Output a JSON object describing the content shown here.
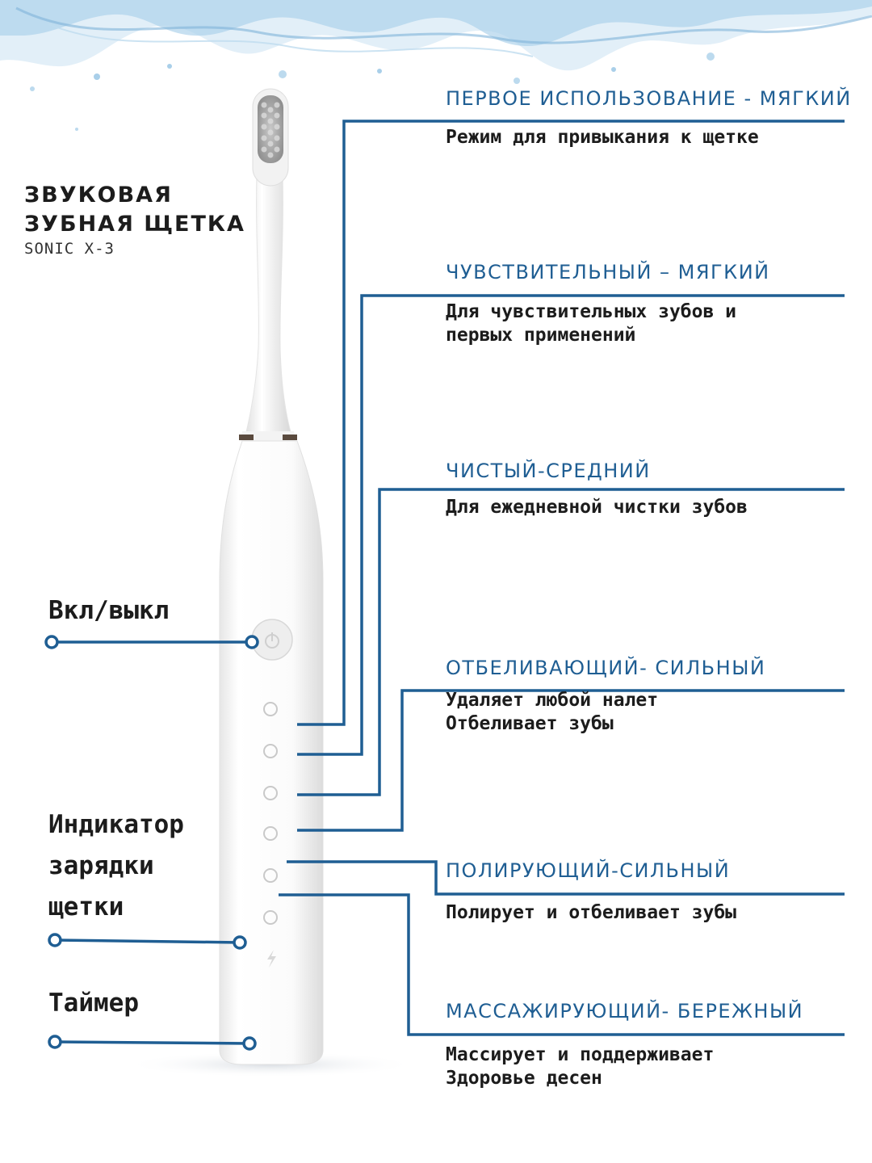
{
  "product": {
    "title_line1": "ЗВУКОВАЯ",
    "title_line2": "ЗУБНАЯ ЩЕТКА",
    "model": "SONIC X-3"
  },
  "controls": {
    "power_label": "Вкл/выкл",
    "charge_label_line1": "Индикатор",
    "charge_label_line2": "зарядки",
    "charge_label_line3": "щетки",
    "timer_label": "Таймер"
  },
  "modes": [
    {
      "title": "ПЕРВОЕ ИСПОЛЬЗОВАНИЕ - МЯГКИЙ",
      "description": "Режим для привыкания к щетке"
    },
    {
      "title": "ЧУВСТВИТЕЛЬНЫЙ – МЯГКИЙ",
      "description": "Для чувствительных зубов и\nпервых применений"
    },
    {
      "title": "ЧИСТЫЙ-СРЕДНИЙ",
      "description": "Для ежедневной чистки зубов"
    },
    {
      "title": "ОТБЕЛИВАЮЩИЙ- СИЛЬНЫЙ",
      "description": "Удаляет любой налет\nОтбеливает зубы"
    },
    {
      "title": "ПОЛИРУЮЩИЙ-СИЛЬНЫЙ",
      "description": "Полирует и отбеливает зубы"
    },
    {
      "title": "МАССАЖИРУЮЩИЙ- БЕРЕЖНЫЙ",
      "description": "Массирует и поддерживает\nЗдоровье десен"
    }
  ],
  "colors": {
    "accent_blue": "#1f5e93",
    "text_dark": "#1c1c1c",
    "brush_white": "#f7f7f7",
    "brush_ring": "#5a4a3e"
  }
}
